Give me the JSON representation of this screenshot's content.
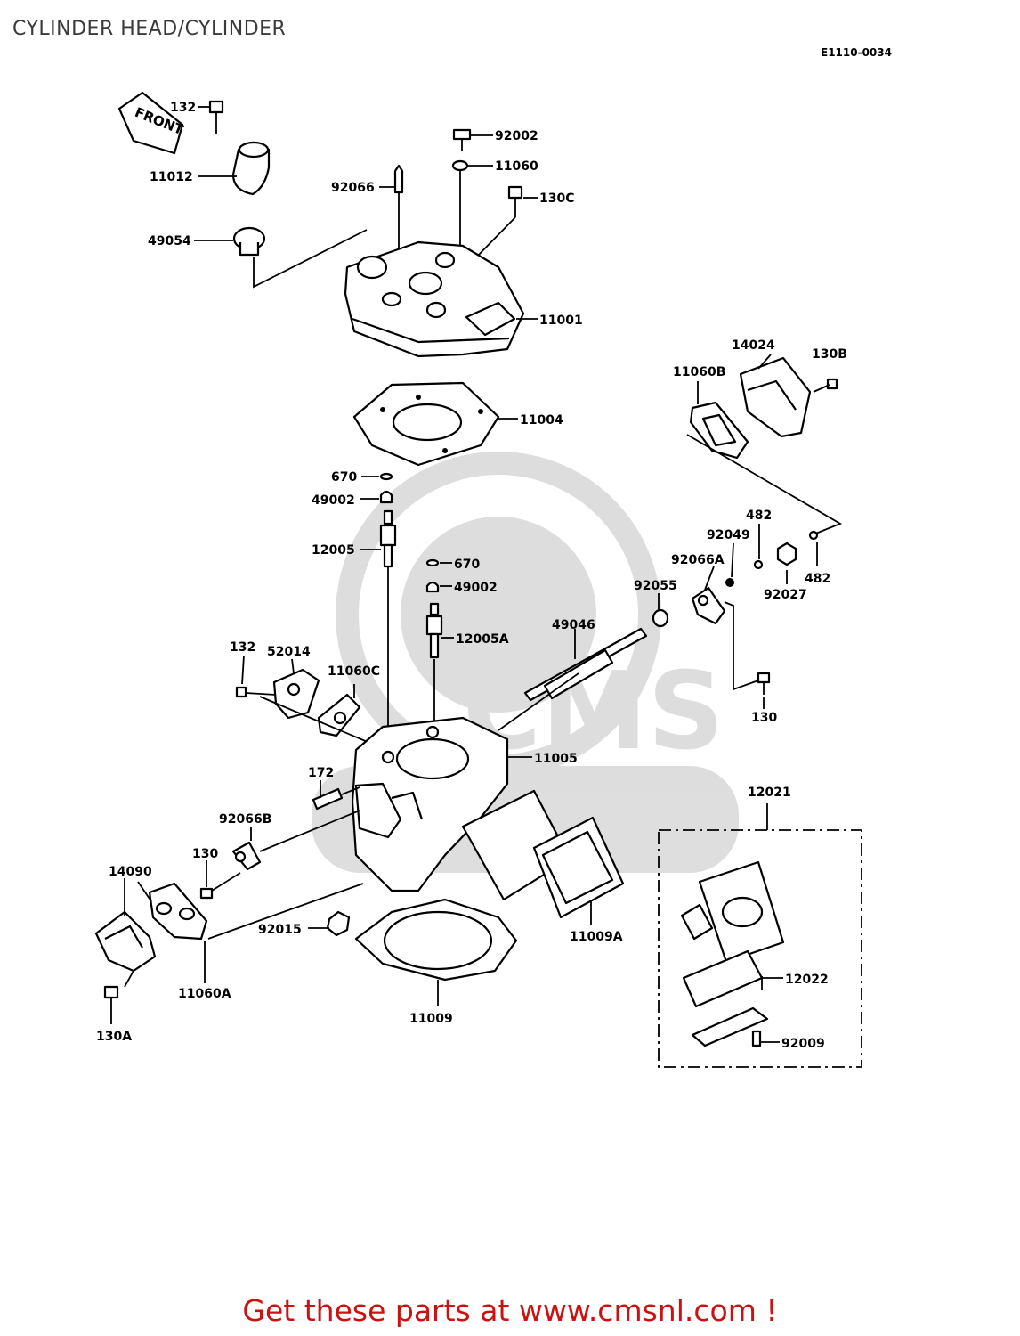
{
  "title": "CYLINDER HEAD/CYLINDER",
  "diagram_code": "E1110-0034",
  "front_label": "FRONT",
  "watermark": "CMS cmsnl.com",
  "footer": "Get these parts at www.cmsnl.com !",
  "parts": [
    {
      "id": "132-top",
      "text": "132"
    },
    {
      "id": "11012",
      "text": "11012"
    },
    {
      "id": "49054",
      "text": "49054"
    },
    {
      "id": "92066",
      "text": "92066"
    },
    {
      "id": "92002",
      "text": "92002"
    },
    {
      "id": "11060",
      "text": "11060"
    },
    {
      "id": "130c",
      "text": "130C"
    },
    {
      "id": "11001",
      "text": "11001"
    },
    {
      "id": "11004",
      "text": "11004"
    },
    {
      "id": "14024",
      "text": "14024"
    },
    {
      "id": "130b",
      "text": "130B"
    },
    {
      "id": "11060b",
      "text": "11060B"
    },
    {
      "id": "670-a",
      "text": "670"
    },
    {
      "id": "49002-a",
      "text": "49002"
    },
    {
      "id": "12005",
      "text": "12005"
    },
    {
      "id": "670-b",
      "text": "670"
    },
    {
      "id": "49002-b",
      "text": "49002"
    },
    {
      "id": "12005a",
      "text": "12005A"
    },
    {
      "id": "482-a",
      "text": "482"
    },
    {
      "id": "92049",
      "text": "92049"
    },
    {
      "id": "92066a",
      "text": "92066A"
    },
    {
      "id": "92027",
      "text": "92027"
    },
    {
      "id": "482-b",
      "text": "482"
    },
    {
      "id": "92055",
      "text": "92055"
    },
    {
      "id": "49046",
      "text": "49046"
    },
    {
      "id": "130-right",
      "text": "130"
    },
    {
      "id": "132-left",
      "text": "132"
    },
    {
      "id": "52014",
      "text": "52014"
    },
    {
      "id": "11060c",
      "text": "11060C"
    },
    {
      "id": "11005",
      "text": "11005"
    },
    {
      "id": "172",
      "text": "172"
    },
    {
      "id": "92066b",
      "text": "92066B"
    },
    {
      "id": "130-left",
      "text": "130"
    },
    {
      "id": "14090",
      "text": "14090"
    },
    {
      "id": "92015",
      "text": "92015"
    },
    {
      "id": "11009a",
      "text": "11009A"
    },
    {
      "id": "11060a",
      "text": "11060A"
    },
    {
      "id": "11009",
      "text": "11009"
    },
    {
      "id": "130a",
      "text": "130A"
    },
    {
      "id": "12021",
      "text": "12021"
    },
    {
      "id": "12022",
      "text": "12022"
    },
    {
      "id": "92009",
      "text": "92009"
    }
  ]
}
